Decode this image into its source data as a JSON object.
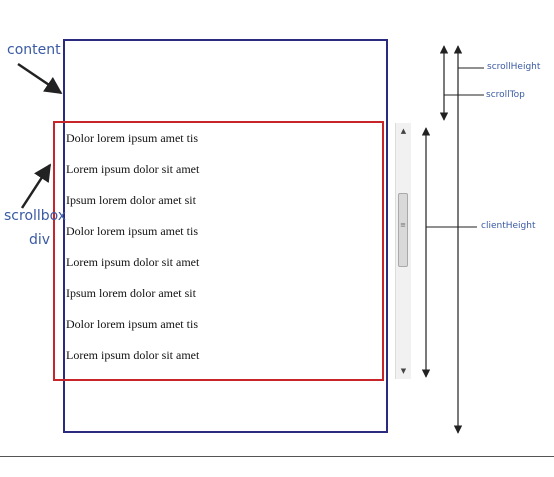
{
  "labels": {
    "content": "content",
    "scrollbox": "scrollbox",
    "div": "div",
    "scroll_height": "scrollHeight",
    "scroll_top": "scrollTop",
    "client_height": "clientHeight"
  },
  "list_lines": [
    "Dolor lorem ipsum amet tis",
    "Lorem ipsum dolor sit amet",
    "Ipsum lorem dolor amet sit",
    "Dolor lorem ipsum amet tis",
    "Lorem ipsum dolor sit amet",
    "Ipsum lorem dolor amet sit",
    "Dolor lorem ipsum amet tis",
    "Lorem ipsum dolor sit amet"
  ],
  "scrollbar": {
    "up_arrow": "▲",
    "down_arrow": "▼",
    "grip": "≡"
  },
  "colors": {
    "content_border": "#2a2a7e",
    "scrollbox_border": "#c8252a",
    "label_text": "#3a5aa3",
    "arrow_line": "#222222"
  }
}
